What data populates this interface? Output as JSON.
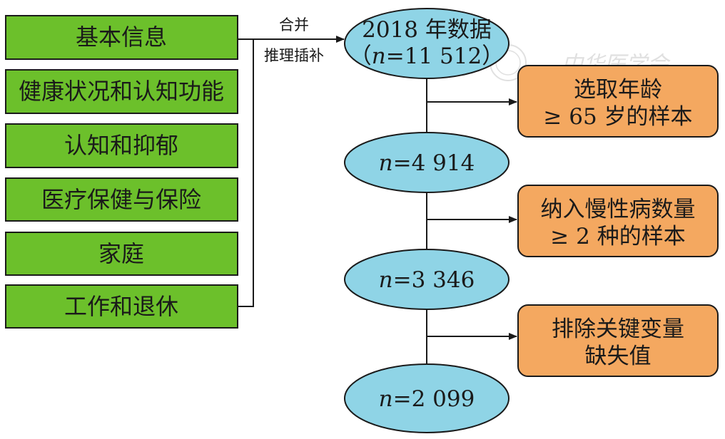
{
  "sources": {
    "items": [
      "基本信息",
      "健康状况和认知功能",
      "认知和抑郁",
      "医疗保健与保险",
      "家庭",
      "工作和退休"
    ]
  },
  "merge": {
    "top_label": "合并",
    "bottom_label": "推理插补"
  },
  "samples": [
    {
      "line1": "2018 年数据",
      "open": "（",
      "var": "n",
      "value": "=11 512",
      "close": "）"
    },
    {
      "var": "n",
      "value": "=4 914"
    },
    {
      "var": "n",
      "value": "=3 346"
    },
    {
      "var": "n",
      "value": "=2 099"
    }
  ],
  "filters": [
    {
      "line1": "选取年龄",
      "line2": "≥ 65 岁的样本"
    },
    {
      "line1": "纳入慢性病数量",
      "line2": "≥ 2 种的样本"
    },
    {
      "line1": "排除关键变量",
      "line2": "缺失值"
    }
  ],
  "watermark": {
    "text": "中华医学会"
  },
  "colors": {
    "source_fill": "#6cc02b",
    "sample_fill": "#8fd4e6",
    "filter_fill": "#f4a860",
    "stroke": "#1a1a1a"
  }
}
